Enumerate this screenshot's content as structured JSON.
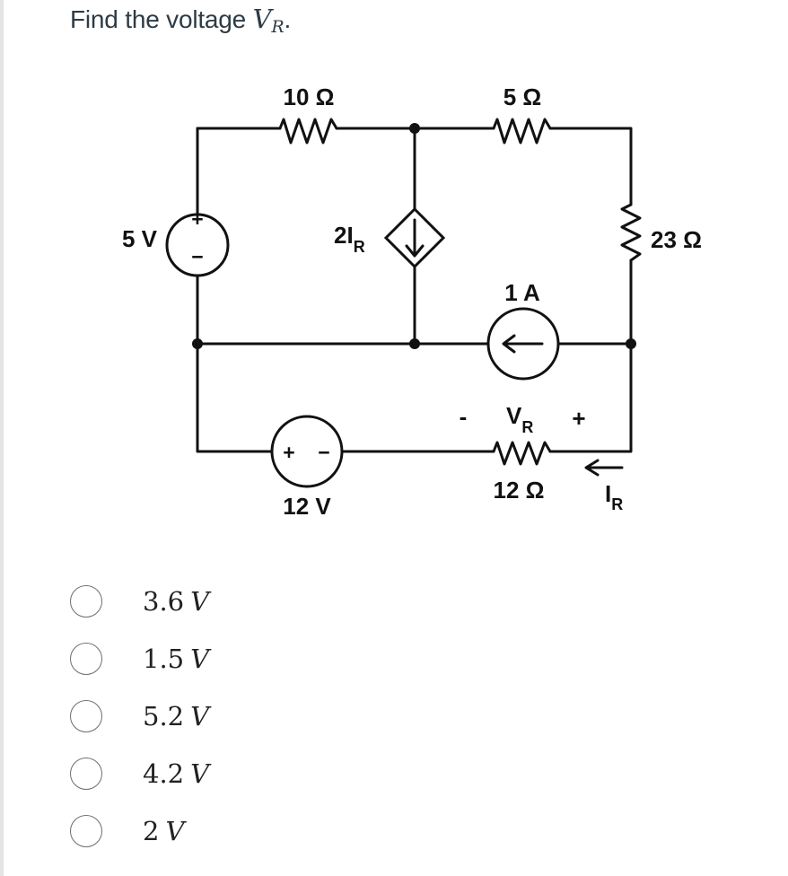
{
  "question": {
    "prefix": "Find the voltage",
    "variable": "V",
    "subscript": "R",
    "suffix": "."
  },
  "circuit": {
    "labels": {
      "r_top_left": "10 Ω",
      "r_top_right": "5 Ω",
      "source_left": "5 V",
      "dep_source": "2I",
      "dep_source_sub": "R",
      "r_right": "23 Ω",
      "current_source": "1 A",
      "vr_minus": "-",
      "vr_label": "V",
      "vr_sub": "R",
      "vr_plus": "+",
      "source_bottom": "12 V",
      "r_bottom": "12 Ω",
      "ir_label": "I",
      "ir_sub": "R",
      "plus": "+",
      "minus": "−"
    }
  },
  "options": [
    {
      "value": "3.6",
      "unit": "V"
    },
    {
      "value": "1.5",
      "unit": "V"
    },
    {
      "value": "5.2",
      "unit": "V"
    },
    {
      "value": "4.2",
      "unit": "V"
    },
    {
      "value": "2",
      "unit": "V"
    }
  ]
}
